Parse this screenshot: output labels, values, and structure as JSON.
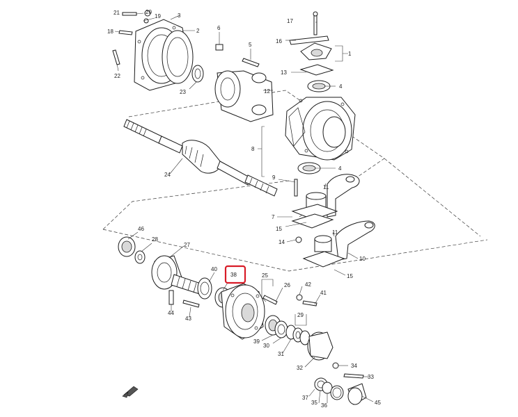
{
  "diagram": {
    "highlighted_part": "38",
    "highlight_color": "#d81b27",
    "line_color": "#1a1a1a",
    "background": "#ffffff",
    "callouts": {
      "c1": "1",
      "c2": "2",
      "c3": "3",
      "c4": "4",
      "c4b": "4",
      "c5": "5",
      "c6": "6",
      "c7": "7",
      "c8": "8",
      "c9": "9",
      "c10": "10",
      "c11": "11",
      "c11b": "11",
      "c12": "12",
      "c13": "13",
      "c14": "14",
      "c15": "15",
      "c15b": "15",
      "c16": "16",
      "c17": "17",
      "c18": "18",
      "c19": "19",
      "c20": "20",
      "c21": "21",
      "c22": "22",
      "c23": "23",
      "c24": "24",
      "c25": "25",
      "c26": "26",
      "c27": "27",
      "c28": "28",
      "c29": "29",
      "c30": "30",
      "c31": "31",
      "c32": "32",
      "c33": "33",
      "c34": "34",
      "c35": "35",
      "c36": "36",
      "c37": "37",
      "c38": "38",
      "c39": "39",
      "c40": "40",
      "c41": "41",
      "c42": "42",
      "c43": "43",
      "c44": "44",
      "c45": "45",
      "c46": "46"
    },
    "direction_icon": "front-direction-arrow-icon"
  }
}
